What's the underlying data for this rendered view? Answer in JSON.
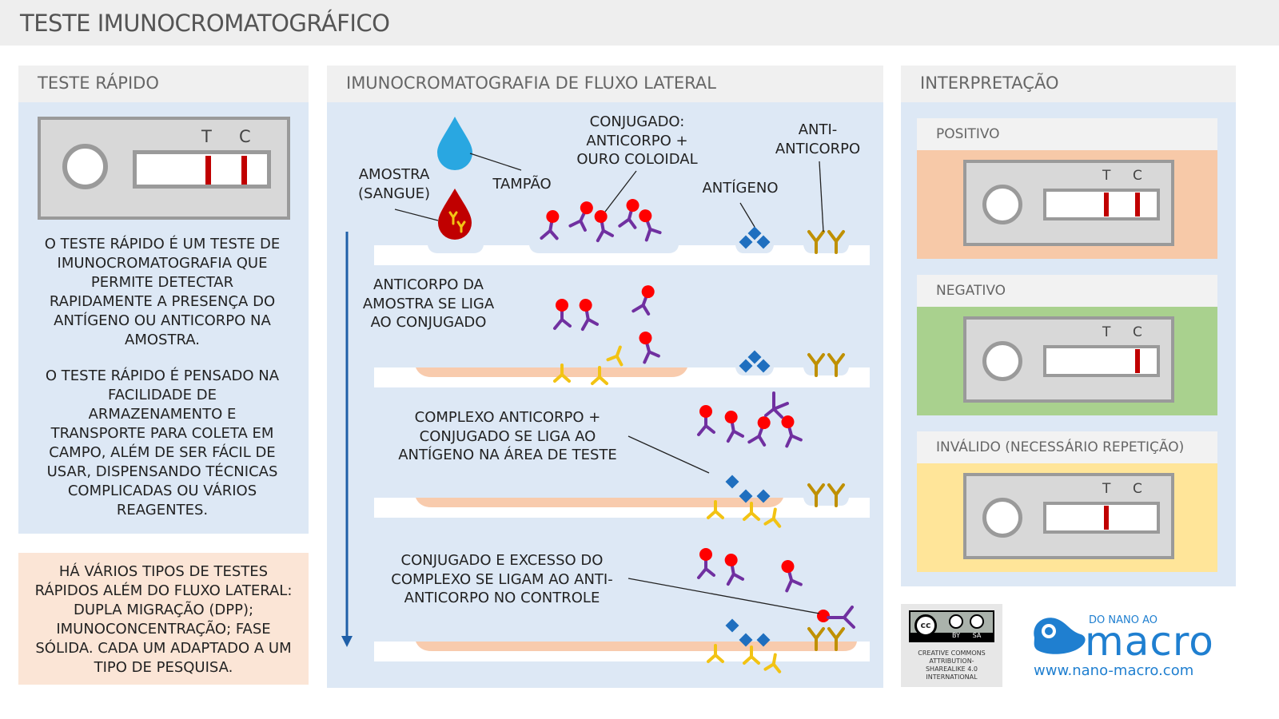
{
  "title": "TESTE IMUNOCROMATOGRÁFICO",
  "left_panel": {
    "heading": "TESTE RÁPIDO",
    "device_t": "T",
    "device_c": "C",
    "paragraph1": "O TESTE RÁPIDO É UM TESTE DE IMUNOCROMATOGRAFIA QUE PERMITE DETECTAR RAPIDAMENTE A PRESENÇA DO ANTÍGENO OU ANTICORPO NA AMOSTRA.",
    "paragraph2": "O TESTE RÁPIDO É PENSADO NA FACILIDADE DE ARMAZENAMENTO E TRANSPORTE PARA COLETA EM CAMPO, ALÉM DE SER FÁCIL DE USAR, DISPENSANDO TÉCNICAS COMPLICADAS OU VÁRIOS REAGENTES.",
    "note": "HÁ VÁRIOS TIPOS DE TESTES RÁPIDOS ALÉM DO FLUXO LATERAL: DUPLA MIGRAÇÃO (DPP); IMUNOCONCENTRAÇÃO; FASE SÓLIDA. CADA UM ADAPTADO A UM TIPO DE PESQUISA."
  },
  "center_panel": {
    "heading": "IMUNOCROMATOGRAFIA DE FLUXO LATERAL",
    "labels": {
      "amostra_1": "AMOSTRA",
      "amostra_2": "(SANGUE)",
      "tampao": "TAMPÃO",
      "conj_1": "CONJUGADO:",
      "conj_2": "ANTICORPO +",
      "conj_3": "OURO COLOIDAL",
      "antigeno": "ANTÍGENO",
      "anti_1": "ANTI-",
      "anti_2": "ANTICORPO"
    },
    "steps": [
      {
        "lines": [
          "ANTICORPO DA",
          "AMOSTRA SE LIGA",
          "AO CONJUGADO"
        ]
      },
      {
        "lines": [
          "COMPLEXO ANTICORPO +",
          "CONJUGADO SE LIGA AO",
          "ANTÍGENO NA ÁREA DE TESTE"
        ]
      },
      {
        "lines": [
          "CONJUGADO E EXCESSO DO",
          "COMPLEXO SE LIGAM AO ANTI-",
          "ANTICORPO NO CONTROLE"
        ]
      }
    ]
  },
  "right_panel": {
    "heading": "INTERPRETAÇÃO",
    "cards": [
      {
        "label": "POSITIVO",
        "bg": "#f7c9a8",
        "t": "T",
        "c": "C",
        "t_line": true,
        "c_line": true
      },
      {
        "label": "NEGATIVO",
        "bg": "#a9d18e",
        "t": "T",
        "c": "C",
        "t_line": false,
        "c_line": true
      },
      {
        "label": "INVÁLIDO (NECESSÁRIO REPETIÇÃO)",
        "bg": "#ffe599",
        "t": "T",
        "c": "C",
        "t_line": true,
        "c_line": false
      }
    ]
  },
  "footer": {
    "cc_by": "BY",
    "cc_sa": "SA",
    "cc_1": "CREATIVE COMMONS",
    "cc_2": "ATTRIBUTION-",
    "cc_3": "SHAREALIKE 4.0",
    "cc_4": "INTERNATIONAL",
    "brand_small": "DO NANO AO",
    "brand_big": "macro",
    "url": "www.nano-macro.com"
  },
  "colors": {
    "test_line": "#c00000",
    "antibody_purple": "#7030a0",
    "antibody_yellow": "#f2c314",
    "antibody_gold": "#bf9000",
    "gold_red": "#ff0000",
    "antigen_blue": "#1f6fbf",
    "arrow": "#1f5fa8",
    "brand_blue": "#1f7fd0"
  }
}
